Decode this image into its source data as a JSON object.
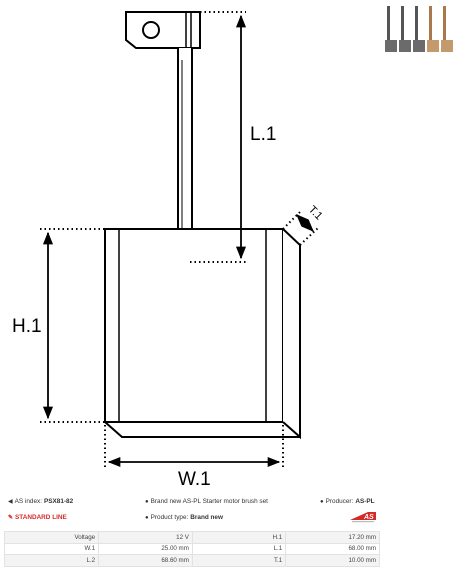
{
  "drawing": {
    "labels": {
      "length": "L.1",
      "height": "H.1",
      "width": "W.1",
      "thickness": "T.1"
    }
  },
  "info": {
    "index_label": "AS index:",
    "index_value": "PSX81-82",
    "line": "STANDARD LINE",
    "description": "Brand new AS-PL Starter motor brush set",
    "product_type_label": "Product type:",
    "product_type_value": "Brand new",
    "producer_label": "Producer:",
    "producer_value": "AS-PL"
  },
  "logo": {
    "text": "AS",
    "color": "#d62a28"
  },
  "specs": {
    "rows": [
      [
        {
          "label": "Voltage",
          "value": "12 V"
        },
        {
          "label": "H.1",
          "value": "17.20 mm"
        }
      ],
      [
        {
          "label": "W.1",
          "value": "25.00 mm"
        },
        {
          "label": "L.1",
          "value": "68.00 mm"
        }
      ],
      [
        {
          "label": "L.2",
          "value": "68.60 mm"
        },
        {
          "label": "T.1",
          "value": "10.00 mm"
        }
      ]
    ]
  },
  "icons": {
    "tag": "tag-icon",
    "info": "info-icon",
    "edit": "edit-icon"
  }
}
